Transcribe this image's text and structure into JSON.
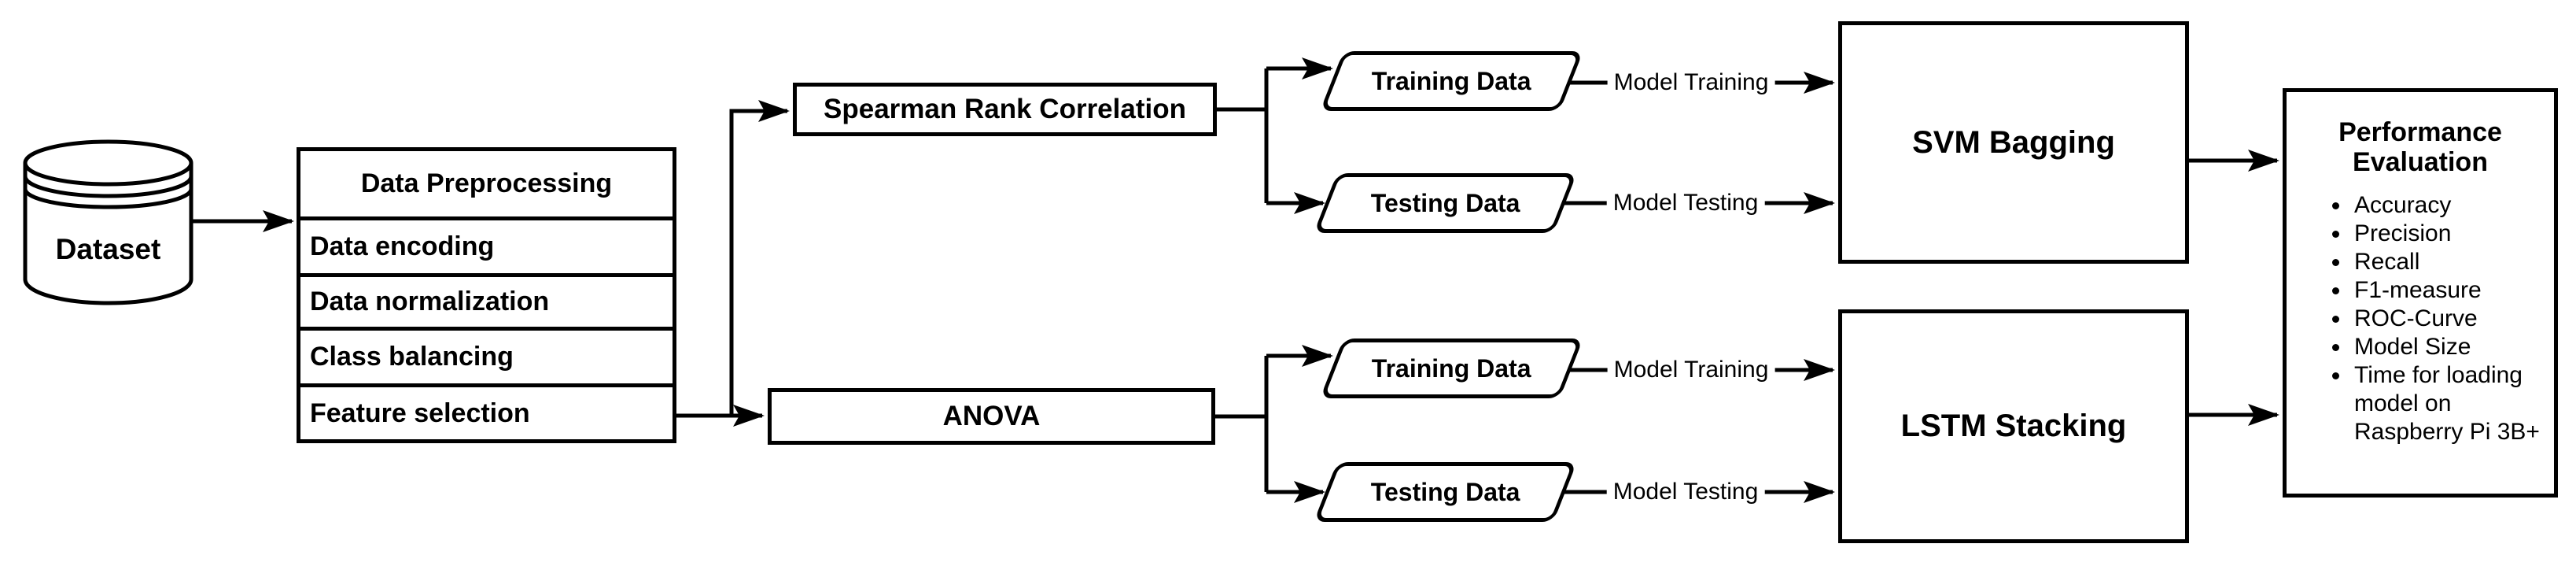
{
  "colors": {
    "ink": "#000000",
    "background": "#ffffff"
  },
  "diagram": {
    "dataset_label": "Dataset",
    "preprocessing": {
      "title": "Data Preprocessing",
      "steps": [
        "Data encoding",
        "Data normalization",
        "Class balancing",
        "Feature selection"
      ]
    },
    "pipelines": {
      "top": {
        "feature_selector": "Spearman Rank Correlation",
        "training_data": "Training Data",
        "testing_data": "Testing Data",
        "training_edge": "Model Training",
        "testing_edge": "Model Testing",
        "model": "SVM Bagging"
      },
      "bottom": {
        "feature_selector": "ANOVA",
        "training_data": "Training Data",
        "testing_data": "Testing Data",
        "training_edge": "Model Training",
        "testing_edge": "Model Testing",
        "model": "LSTM Stacking"
      }
    },
    "evaluation": {
      "title": "Performance Evaluation",
      "metrics": [
        "Accuracy",
        "Precision",
        "Recall",
        "F1-measure",
        "ROC-Curve",
        "Model Size",
        "Time for loading model on Raspberry Pi 3B+"
      ]
    }
  }
}
